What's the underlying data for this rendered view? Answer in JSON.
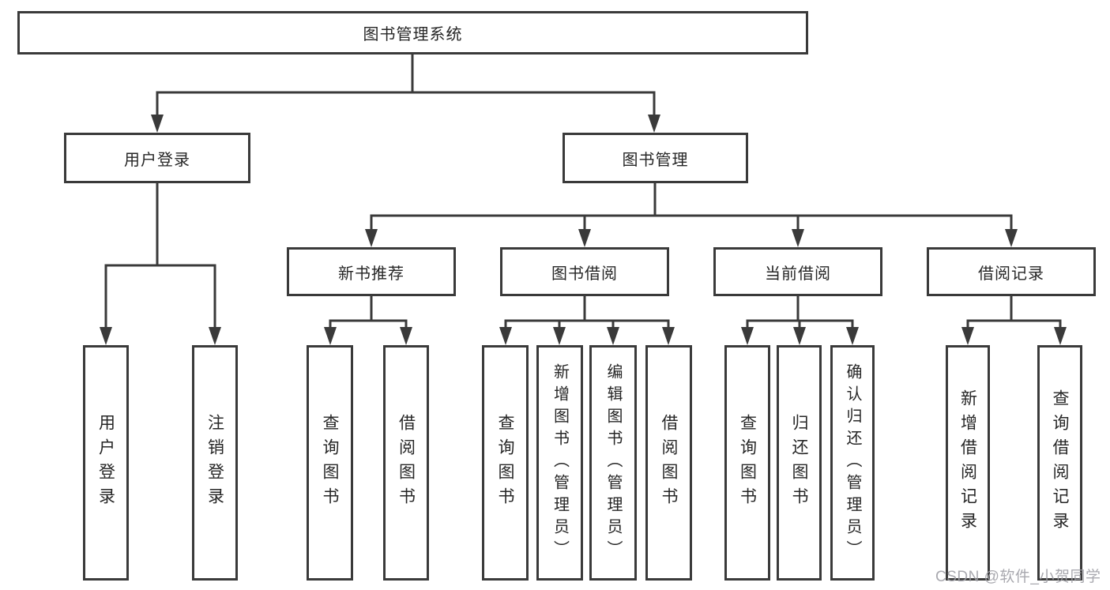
{
  "diagram": {
    "nodes": {
      "root": "图书管理系统",
      "user_login": "用户登录",
      "book_management": "图书管理",
      "new_book_recommend": "新书推荐",
      "book_borrow": "图书借阅",
      "current_borrow": "当前借阅",
      "borrow_records": "借阅记录"
    },
    "leaves": {
      "user_login_children": [
        "用户登录",
        "注销登录"
      ],
      "new_book_recommend_children": [
        "查询图书",
        "借阅图书"
      ],
      "book_borrow_children": [
        "查询图书",
        "新增图书（管理员）",
        "编辑图书（管理员）",
        "借阅图书"
      ],
      "current_borrow_children": [
        "查询图书",
        "归还图书",
        "确认归还（管理员）"
      ],
      "borrow_records_children": [
        "新增借阅记录",
        "查询借阅记录"
      ]
    },
    "watermark": "CSDN @软件_小贺同学",
    "colors": {
      "line": "#3a3a3a",
      "text": "#262626",
      "watermark": "#a0a0a6",
      "background": "#ffffff"
    }
  }
}
